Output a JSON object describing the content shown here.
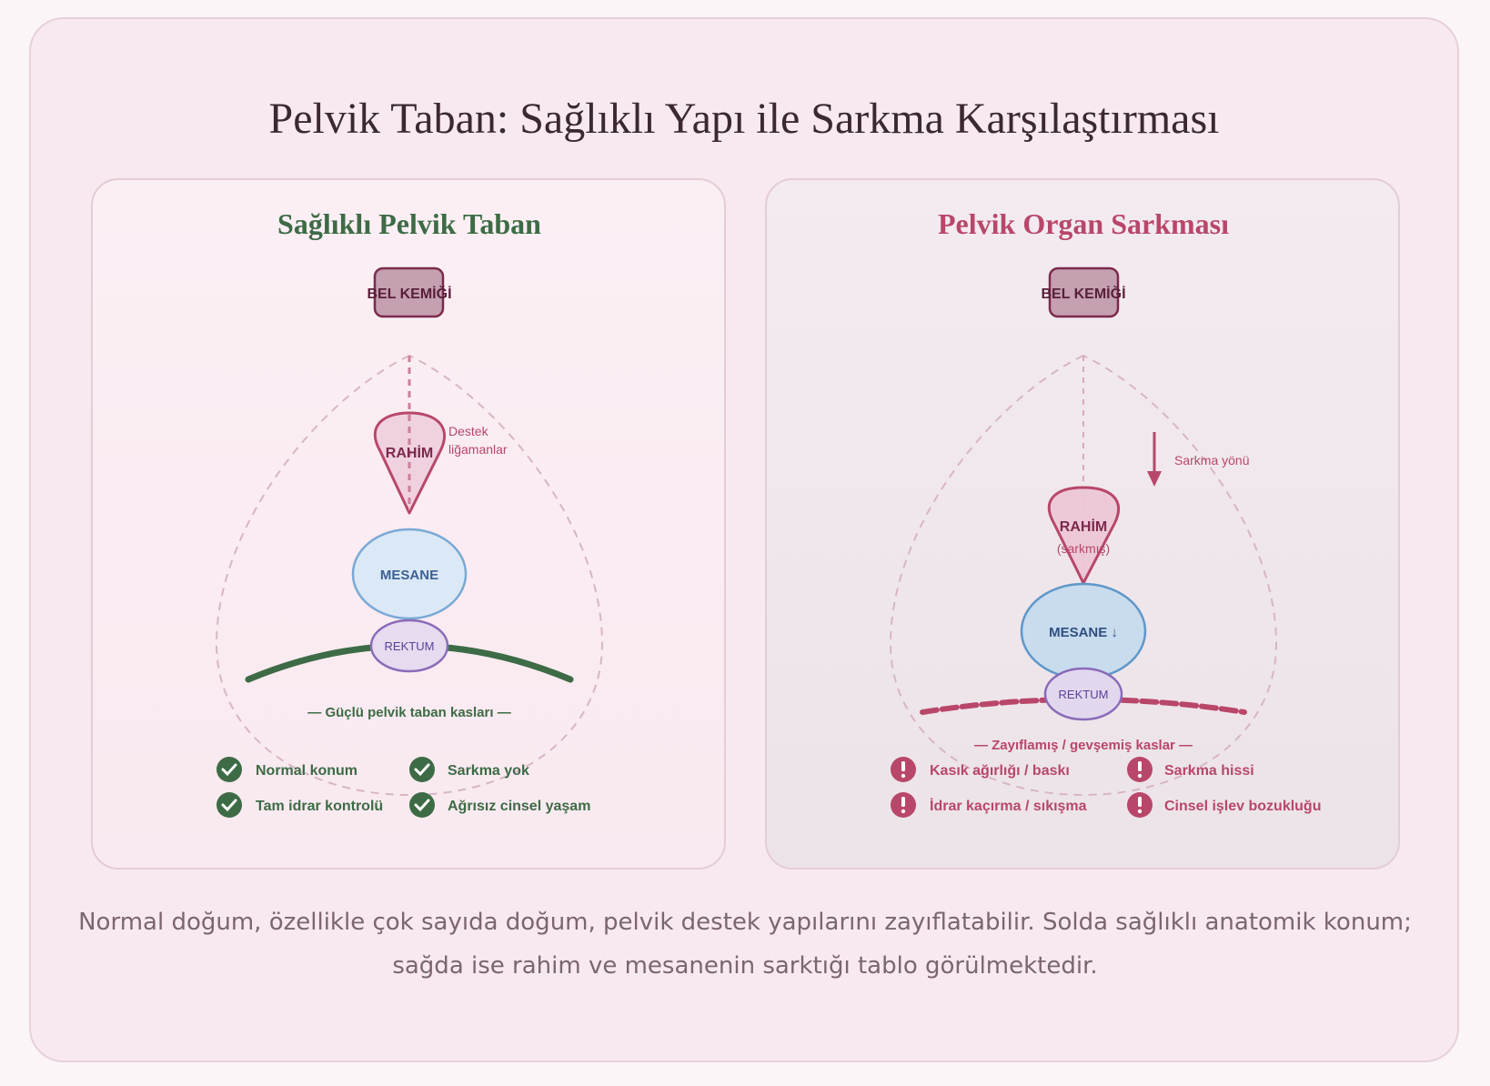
{
  "title": "Pelvik Taban: Sağlıklı Yapı ile Sarkma Karşılaştırması",
  "colors": {
    "healthy": "#3d6b45",
    "prolapse": "#b8476a",
    "bladder": "#7aa9d6",
    "rectum": "#8a6bb8",
    "spine": "#7a2a4c"
  },
  "healthy": {
    "title": "Sağlıklı Pelvik Taban",
    "spine": "BEL KEMİĞİ",
    "uterus": "RAHİM",
    "ligament_line1": "Destek",
    "ligament_line2": "liğamanlar",
    "bladder": "MESANE",
    "rectum": "REKTUM",
    "muscle_label": "— Güçlü pelvik taban kasları —",
    "items": [
      {
        "icon": "check-icon",
        "label": "Normal konum"
      },
      {
        "icon": "check-icon",
        "label": "Sarkma yok"
      },
      {
        "icon": "check-icon",
        "label": "Tam idrar kontrolü"
      },
      {
        "icon": "check-icon",
        "label": "Ağrısız cinsel yaşam"
      }
    ]
  },
  "prolapse": {
    "title": "Pelvik Organ Sarkması",
    "spine": "BEL KEMİĞİ",
    "uterus": "RAHİM",
    "uterus_note": "(sarkmış)",
    "direction": "Sarkma yönü",
    "bladder": "MESANE ↓",
    "rectum": "REKTUM",
    "muscle_label": "— Zayıflamış / gevşemiş kaslar —",
    "items": [
      {
        "icon": "alert-icon",
        "label": "Kasık ağırlığı / baskı"
      },
      {
        "icon": "alert-icon",
        "label": "Sarkma hissi"
      },
      {
        "icon": "alert-icon",
        "label": "İdrar kaçırma / sıkışma"
      },
      {
        "icon": "alert-icon",
        "label": "Cinsel işlev bozukluğu"
      }
    ]
  },
  "caption": {
    "line1": "Normal doğum, özellikle çok sayıda doğum, pelvik destek yapılarını zayıflatabilir. Solda sağlıklı anatomik konum;",
    "line2": "sağda ise rahim ve mesanenin sarktığı tablo görülmektedir."
  }
}
